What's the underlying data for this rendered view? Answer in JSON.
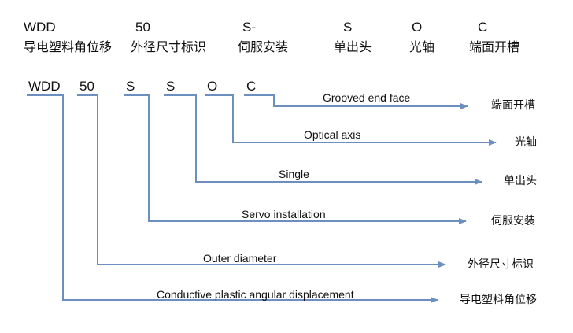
{
  "header": {
    "items": [
      {
        "code": "WDD",
        "label": "导电塑料角位移"
      },
      {
        "code": "50",
        "label": "外径尺寸标识"
      },
      {
        "code": "S-",
        "label": "伺服安装"
      },
      {
        "code": "S",
        "label": "单出头"
      },
      {
        "code": "O",
        "label": "光轴"
      },
      {
        "code": "C",
        "label": "端面开槽"
      }
    ]
  },
  "model_code": {
    "segments": [
      {
        "code": "WDD",
        "en": "Conductive plastic angular displacement",
        "cn": "导电塑料角位移"
      },
      {
        "code": "50",
        "en": "Outer diameter",
        "cn": "外径尺寸标识"
      },
      {
        "code": "S",
        "en": "Servo installation",
        "cn": "伺服安装"
      },
      {
        "code": "S",
        "en": "Single",
        "cn": "单出头"
      },
      {
        "code": "O",
        "en": "Optical axis",
        "cn": "光轴"
      },
      {
        "code": "C",
        "en": "Grooved end face",
        "cn": "端面开槽"
      }
    ]
  },
  "colors": {
    "line": "#6d8fc0",
    "text": "#111111"
  }
}
